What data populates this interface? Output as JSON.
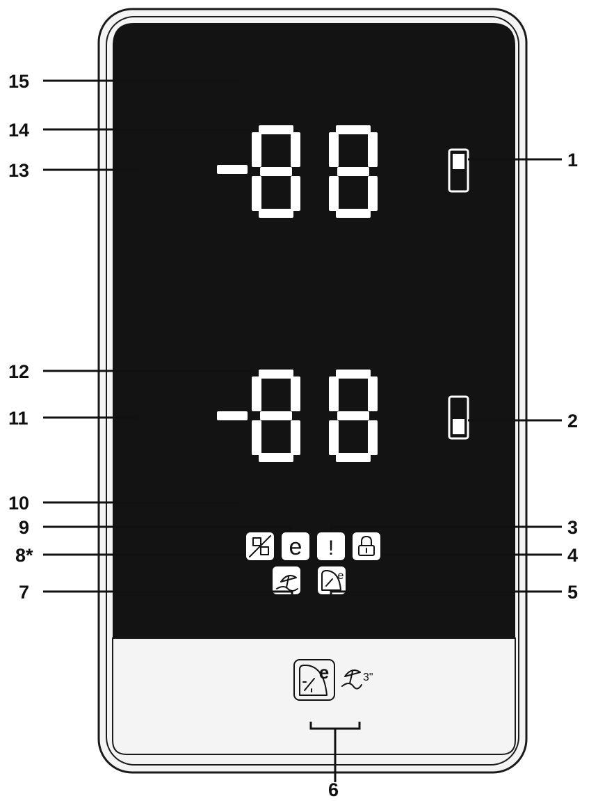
{
  "diagram": {
    "callouts": {
      "c1": "1",
      "c2": "2",
      "c3": "3",
      "c4": "4",
      "c5": "5",
      "c6": "6",
      "c7": "7",
      "c8": "8*",
      "c9": "9",
      "c10": "10",
      "c11": "11",
      "c12": "12",
      "c13": "13",
      "c14": "14",
      "c15": "15"
    },
    "icons": {
      "e_symbol": "e",
      "alarm_symbol": "!",
      "bottom_e_symbol": "e",
      "holiday_duration": "3\""
    },
    "colors": {
      "panel": "#131313",
      "frame_fill": "#f4f4f4",
      "segment": "#ffffff",
      "ink": "#111111"
    }
  }
}
